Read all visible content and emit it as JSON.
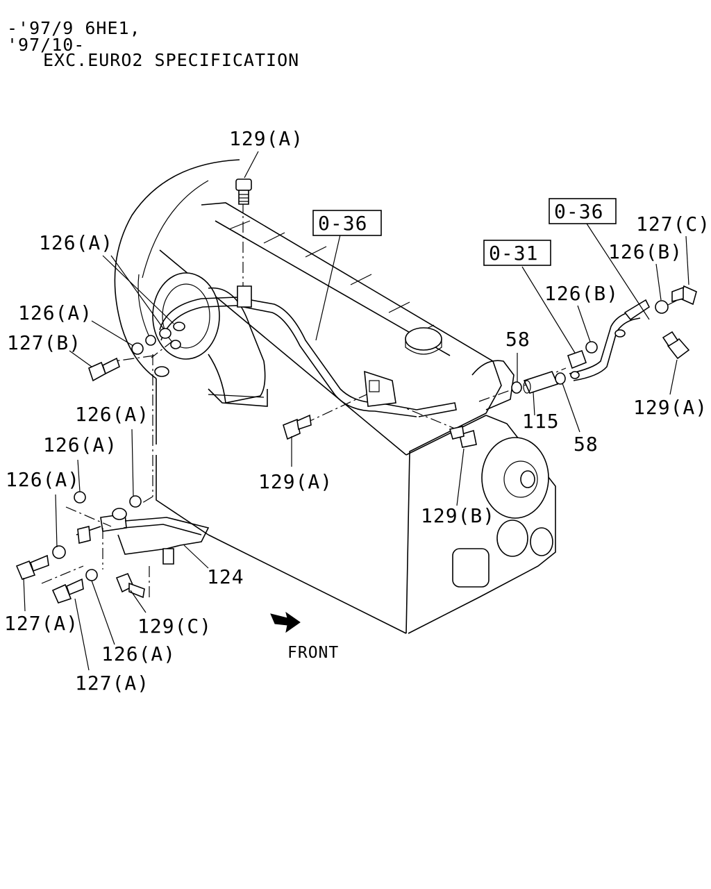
{
  "header": {
    "line1": "-'97/9 6HE1,",
    "line2": "'97/10-",
    "line3": "EXC.EURO2 SPECIFICATION"
  },
  "refs": {
    "ref_036_a": "0-36",
    "ref_036_b": "0-36",
    "ref_031": "0-31"
  },
  "labels": {
    "l129A_top": "129(A)",
    "l126A_1": "126(A)",
    "l126A_2": "126(A)",
    "l127B": "127(B)",
    "l126A_3": "126(A)",
    "l126A_4": "126(A)",
    "l126A_5": "126(A)",
    "l127A_1": "127(A)",
    "l126A_6": "126(A)",
    "l127A_2": "127(A)",
    "l129C": "129(C)",
    "l124": "124",
    "l129A_mid": "129(A)",
    "l129B": "129(B)",
    "l115": "115",
    "l58_top": "58",
    "l58_bot": "58",
    "l126B_1": "126(B)",
    "l126B_2": "126(B)",
    "l127C": "127(C)",
    "l129A_right": "129(A)"
  },
  "front_label": "FRONT"
}
